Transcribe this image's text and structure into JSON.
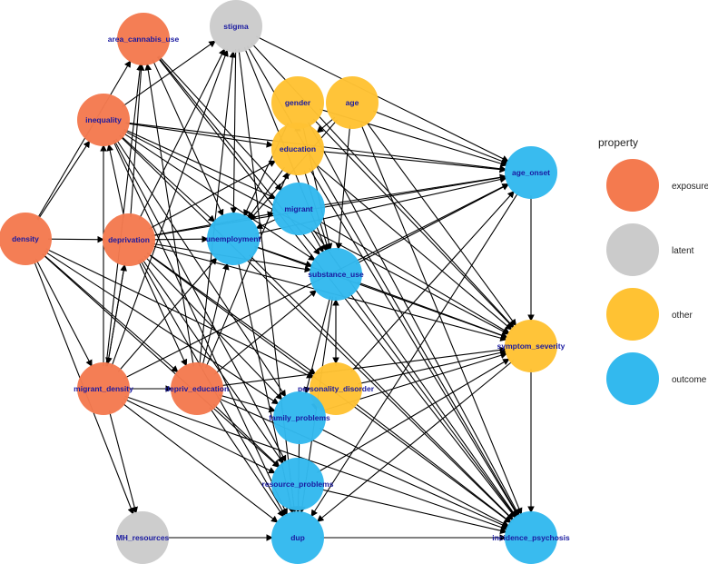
{
  "colors": {
    "exposure": "#F47A4F",
    "latent": "#CBCBCB",
    "other": "#FFC233",
    "outcome": "#33B9EE",
    "label": "#1A1AA0",
    "edge": "#000000",
    "background": "#FFFFFF"
  },
  "legend": {
    "title": "property",
    "items": [
      {
        "key": "exposure",
        "label": "exposure"
      },
      {
        "key": "latent",
        "label": "latent"
      },
      {
        "key": "other",
        "label": "other"
      },
      {
        "key": "outcome",
        "label": "outcome"
      }
    ]
  },
  "nodes": [
    {
      "id": "area_cannabis_use",
      "label": "area_cannabis_use",
      "property": "exposure"
    },
    {
      "id": "stigma",
      "label": "stigma",
      "property": "latent"
    },
    {
      "id": "inequality",
      "label": "inequality",
      "property": "exposure"
    },
    {
      "id": "gender",
      "label": "gender",
      "property": "other"
    },
    {
      "id": "age",
      "label": "age",
      "property": "other"
    },
    {
      "id": "education",
      "label": "education",
      "property": "other"
    },
    {
      "id": "age_onset",
      "label": "age_onset",
      "property": "outcome"
    },
    {
      "id": "density",
      "label": "density",
      "property": "exposure"
    },
    {
      "id": "deprivation",
      "label": "deprivation",
      "property": "exposure"
    },
    {
      "id": "migrant",
      "label": "migrant",
      "property": "outcome"
    },
    {
      "id": "unemployment",
      "label": "unemployment",
      "property": "outcome"
    },
    {
      "id": "substance_use",
      "label": "substance_use",
      "property": "outcome"
    },
    {
      "id": "symptom_severity",
      "label": "symptom_severity",
      "property": "other"
    },
    {
      "id": "migrant_density",
      "label": "migrant_density",
      "property": "exposure"
    },
    {
      "id": "depriv_education",
      "label": "depriv_education",
      "property": "exposure"
    },
    {
      "id": "personality_disorder",
      "label": "personality_disorder",
      "property": "other"
    },
    {
      "id": "family_problems",
      "label": "family_problems",
      "property": "outcome"
    },
    {
      "id": "resource_problems",
      "label": "resource_problems",
      "property": "outcome"
    },
    {
      "id": "MH_resources",
      "label": "MH_resources",
      "property": "latent"
    },
    {
      "id": "dup",
      "label": "dup",
      "property": "outcome"
    },
    {
      "id": "incidence_psychosis",
      "label": "incidence_psychosis",
      "property": "outcome"
    }
  ],
  "edges": [
    [
      "density",
      "inequality"
    ],
    [
      "density",
      "deprivation"
    ],
    [
      "density",
      "migrant_density"
    ],
    [
      "density",
      "depriv_education"
    ],
    [
      "density",
      "MH_resources"
    ],
    [
      "density",
      "area_cannabis_use"
    ],
    [
      "density",
      "resource_problems"
    ],
    [
      "density",
      "personality_disorder"
    ],
    [
      "density",
      "family_problems"
    ],
    [
      "inequality",
      "stigma"
    ],
    [
      "inequality",
      "education"
    ],
    [
      "inequality",
      "age_onset"
    ],
    [
      "inequality",
      "migrant"
    ],
    [
      "inequality",
      "unemployment"
    ],
    [
      "inequality",
      "substance_use"
    ],
    [
      "inequality",
      "symptom_severity"
    ],
    [
      "inequality",
      "incidence_psychosis"
    ],
    [
      "inequality",
      "dup"
    ],
    [
      "inequality",
      "family_problems"
    ],
    [
      "inequality",
      "resource_problems"
    ],
    [
      "area_cannabis_use",
      "substance_use"
    ],
    [
      "area_cannabis_use",
      "incidence_psychosis"
    ],
    [
      "area_cannabis_use",
      "migrant"
    ],
    [
      "area_cannabis_use",
      "unemployment"
    ],
    [
      "stigma",
      "age_onset"
    ],
    [
      "stigma",
      "incidence_psychosis"
    ],
    [
      "stigma",
      "symptom_severity"
    ],
    [
      "stigma",
      "dup"
    ],
    [
      "stigma",
      "substance_use"
    ],
    [
      "stigma",
      "unemployment"
    ],
    [
      "gender",
      "education"
    ],
    [
      "gender",
      "age_onset"
    ],
    [
      "gender",
      "unemployment"
    ],
    [
      "gender",
      "substance_use"
    ],
    [
      "gender",
      "incidence_psychosis"
    ],
    [
      "gender",
      "symptom_severity"
    ],
    [
      "age",
      "education"
    ],
    [
      "age",
      "age_onset"
    ],
    [
      "age",
      "incidence_psychosis"
    ],
    [
      "age",
      "substance_use"
    ],
    [
      "age",
      "unemployment"
    ],
    [
      "age",
      "symptom_severity"
    ],
    [
      "education",
      "age_onset"
    ],
    [
      "education",
      "unemployment"
    ],
    [
      "education",
      "symptom_severity"
    ],
    [
      "education",
      "incidence_psychosis"
    ],
    [
      "education",
      "substance_use"
    ],
    [
      "deprivation",
      "inequality"
    ],
    [
      "deprivation",
      "area_cannabis_use"
    ],
    [
      "deprivation",
      "stigma"
    ],
    [
      "deprivation",
      "unemployment"
    ],
    [
      "deprivation",
      "migrant"
    ],
    [
      "deprivation",
      "age_onset"
    ],
    [
      "deprivation",
      "education"
    ],
    [
      "deprivation",
      "substance_use"
    ],
    [
      "deprivation",
      "symptom_severity"
    ],
    [
      "deprivation",
      "personality_disorder"
    ],
    [
      "deprivation",
      "family_problems"
    ],
    [
      "deprivation",
      "resource_problems"
    ],
    [
      "deprivation",
      "dup"
    ],
    [
      "deprivation",
      "incidence_psychosis"
    ],
    [
      "deprivation",
      "depriv_education"
    ],
    [
      "deprivation",
      "migrant_density"
    ],
    [
      "migrant",
      "age_onset"
    ],
    [
      "migrant",
      "substance_use"
    ],
    [
      "migrant",
      "symptom_severity"
    ],
    [
      "migrant",
      "incidence_psychosis"
    ],
    [
      "migrant",
      "unemployment"
    ],
    [
      "unemployment",
      "substance_use"
    ],
    [
      "unemployment",
      "symptom_severity"
    ],
    [
      "unemployment",
      "incidence_psychosis"
    ],
    [
      "unemployment",
      "dup"
    ],
    [
      "unemployment",
      "age_onset"
    ],
    [
      "substance_use",
      "age_onset"
    ],
    [
      "substance_use",
      "symptom_severity"
    ],
    [
      "substance_use",
      "incidence_psychosis"
    ],
    [
      "substance_use",
      "dup"
    ],
    [
      "substance_use",
      "personality_disorder"
    ],
    [
      "substance_use",
      "family_problems"
    ],
    [
      "age_onset",
      "symptom_severity"
    ],
    [
      "age_onset",
      "dup"
    ],
    [
      "symptom_severity",
      "incidence_psychosis"
    ],
    [
      "symptom_severity",
      "dup"
    ],
    [
      "personality_disorder",
      "substance_use"
    ],
    [
      "personality_disorder",
      "symptom_severity"
    ],
    [
      "personality_disorder",
      "incidence_psychosis"
    ],
    [
      "personality_disorder",
      "age_onset"
    ],
    [
      "personality_disorder",
      "family_problems"
    ],
    [
      "migrant_density",
      "inequality"
    ],
    [
      "migrant_density",
      "area_cannabis_use"
    ],
    [
      "migrant_density",
      "stigma"
    ],
    [
      "migrant_density",
      "deprivation"
    ],
    [
      "migrant_density",
      "depriv_education"
    ],
    [
      "migrant_density",
      "MH_resources"
    ],
    [
      "migrant_density",
      "age_onset"
    ],
    [
      "migrant_density",
      "dup"
    ],
    [
      "migrant_density",
      "unemployment"
    ],
    [
      "migrant_density",
      "incidence_psychosis"
    ],
    [
      "migrant_density",
      "resource_problems"
    ],
    [
      "depriv_education",
      "education"
    ],
    [
      "depriv_education",
      "stigma"
    ],
    [
      "depriv_education",
      "area_cannabis_use"
    ],
    [
      "depriv_education",
      "unemployment"
    ],
    [
      "depriv_education",
      "symptom_severity"
    ],
    [
      "depriv_education",
      "dup"
    ],
    [
      "depriv_education",
      "incidence_psychosis"
    ],
    [
      "depriv_education",
      "resource_problems"
    ],
    [
      "depriv_education",
      "family_problems"
    ],
    [
      "depriv_education",
      "substance_use"
    ],
    [
      "family_problems",
      "incidence_psychosis"
    ],
    [
      "family_problems",
      "symptom_severity"
    ],
    [
      "family_problems",
      "dup"
    ],
    [
      "resource_problems",
      "incidence_psychosis"
    ],
    [
      "resource_problems",
      "symptom_severity"
    ],
    [
      "resource_problems",
      "dup"
    ],
    [
      "MH_resources",
      "dup"
    ],
    [
      "dup",
      "incidence_psychosis"
    ]
  ]
}
